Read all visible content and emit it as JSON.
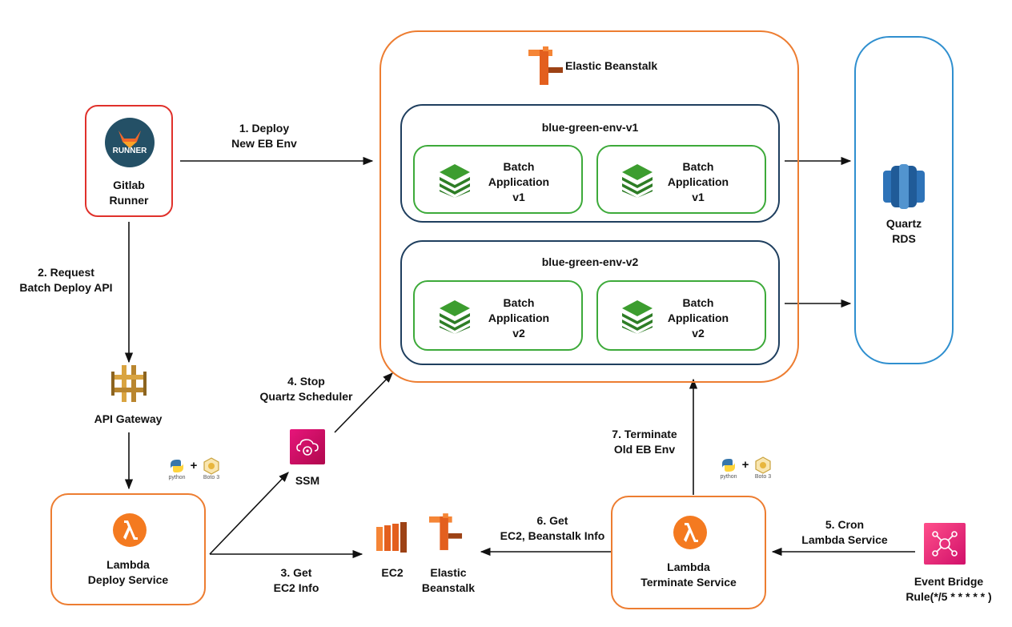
{
  "gitlab": {
    "label": "Gitlab\nRunner",
    "logo_text": "RUNNER"
  },
  "eb_main": {
    "label": "Elastic Beanstalk"
  },
  "env_v1": {
    "label": "blue-green-env-v1",
    "apps": [
      "Batch\nApplication\nv1",
      "Batch\nApplication\nv1"
    ]
  },
  "env_v2": {
    "label": "blue-green-env-v2",
    "apps": [
      "Batch\nApplication\nv2",
      "Batch\nApplication\nv2"
    ]
  },
  "rds": {
    "label": "Quartz\nRDS"
  },
  "api_gateway": {
    "label": "API Gateway"
  },
  "lambda_deploy": {
    "label": "Lambda\nDeploy Service"
  },
  "lambda_terminate": {
    "label": "Lambda\nTerminate Service"
  },
  "ssm": {
    "label": "SSM"
  },
  "ec2": {
    "label": "EC2"
  },
  "eb_small": {
    "label": "Elastic\nBeanstalk"
  },
  "event_bridge": {
    "label": "Event Bridge\nRule(*/5 * * * * * )"
  },
  "python_boto": {
    "python": "python",
    "boto": "Boto 3",
    "plus": "+"
  },
  "steps": {
    "s1": "1. Deploy\nNew EB Env",
    "s2": "2. Request\nBatch Deploy API",
    "s3": "3. Get\nEC2 Info",
    "s4": "4. Stop\nQuartz Scheduler",
    "s5": "5. Cron\nLambda Service",
    "s6": "6. Get\nEC2, Beanstalk Info",
    "s7": "7. Terminate\nOld EB Env"
  },
  "colors": {
    "orange": "#ED7D31",
    "red": "#E0312B",
    "navy": "#1F3F5F",
    "green": "#3DAA3A",
    "blue": "#2F8FCF",
    "lambda": "#F47A20",
    "pink": "#E7157B"
  }
}
